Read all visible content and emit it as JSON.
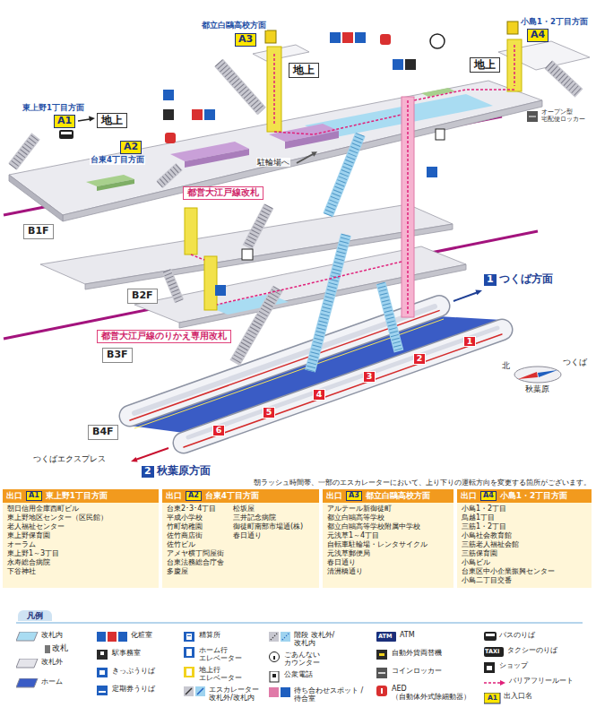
{
  "diagram": {
    "nodes": [
      {
        "text": [
          "A4"
        ]
      },
      {
        "text": [
          "地上"
        ]
      },
      {
        "text": [
          "A3"
        ]
      },
      {
        "text": [
          "地上"
        ]
      },
      {
        "text": [
          "A1"
        ]
      },
      {
        "text": [
          "地上"
        ]
      },
      {
        "text": [
          "A2"
        ]
      },
      {
        "text": [
          "都営大江戸線改札"
        ]
      },
      {
        "text": [
          "B1F"
        ]
      },
      {
        "text": [
          "B2F"
        ]
      },
      {
        "text": [
          "都営大江戸線のりかえ専用改札"
        ]
      },
      {
        "text": [
          "B3F"
        ]
      },
      {
        "text": [
          "1"
        ]
      },
      {
        "text": [
          "B4F"
        ]
      },
      {
        "text": [
          "2"
        ]
      },
      {
        "text": [
          "1"
        ]
      },
      {
        "text": [
          "2"
        ]
      },
      {
        "text": [
          "3"
        ]
      },
      {
        "text": [
          "4"
        ]
      },
      {
        "text": [
          "5"
        ]
      },
      {
        "text": [
          "6"
        ]
      },
      {
        "text": [
          "出口",
          "A1",
          "東上野1丁目方面",
          "朝日信用金庫西町ビル",
          "東上野地区センター（区民館）",
          "老人福祉センター",
          "東上野保育園",
          "オーラム",
          "東上野1～3丁目",
          "永寿総合病院",
          "下谷神社"
        ]
      },
      {
        "text": [
          "出口",
          "A2",
          "台東4丁目方面",
          "台東2･3･4丁目",
          "平成小学校",
          "竹町幼稚園",
          "佐竹商店街",
          "佐竹ビル",
          "アメヤ横丁問屋街",
          "台東法務総合庁舎",
          "多慶屋",
          "松坂屋",
          "三井記念病院",
          "御徒町南部市場通(株)",
          "春日通り"
        ]
      },
      {
        "text": [
          "出口",
          "A3",
          "都立白鷗高校方面",
          "アルテール新御徒町",
          "都立白鷗高等学校",
          "都立白鷗高等学校附属中学校",
          "元浅草1～4丁目",
          "自転車駐輪場・レンタサイクル",
          "元浅草郵便局",
          "春日通り",
          "清洲橋通り"
        ]
      },
      {
        "text": [
          "出口",
          "A4",
          "小島1・2丁目方面",
          "小島1・2丁目",
          "鳥越1丁目",
          "三筋1・2丁目",
          "小島社会教育館",
          "三筋老人福祉会館",
          "三筋保育園",
          "小島ビル",
          "台東区中小企業振興センター",
          "小島二丁目交番"
        ]
      }
    ],
    "labels": [
      "都立白鷗高校方面",
      "小島1・2丁目方面",
      "東上野1丁目方面",
      "台東4丁目方面",
      "駐輪場へ",
      "オープン型 宅配便ロッカー",
      "つくば方面",
      "つくばエクスプレス",
      "秋葉原方面",
      "北",
      "つくば",
      "秋葉原",
      "朝ラッシュ時間帯、一部のエスカレーターにおいて、上り下りの運転方向を変更する箇所がございます。",
      "凡例",
      "改札",
      "ATM",
      "TAXI",
      "A1"
    ],
    "legend": [
      {
        "text": "改札内",
        "color": "#a9dcf2"
      },
      {
        "text": "改札外",
        "color": "#e4e4ea"
      },
      {
        "text": "ホーム",
        "color": "#3a5cc5"
      },
      {
        "text": "化粧室"
      },
      {
        "text": "駅事務室"
      },
      {
        "text": "きっぷうりば"
      },
      {
        "text": "定期券うりば"
      },
      {
        "text": "精算所"
      },
      {
        "text": "ホーム行 エレベーター"
      },
      {
        "text": "地上行 エレベーター"
      },
      {
        "text": "エスカレーター 改札外/改札内"
      },
      {
        "text": "階段 改札外/改札内"
      },
      {
        "text": "ごあんない カウンター"
      },
      {
        "text": "公衆電話"
      },
      {
        "text": "待ち合わせスポット /待合室"
      },
      {
        "text": "ATM"
      },
      {
        "text": "自動外貨両替機"
      },
      {
        "text": "コインロッカー"
      },
      {
        "text": "AED （自動体外式除細動器）"
      },
      {
        "text": "バスのりば"
      },
      {
        "text": "タクシーのりば"
      },
      {
        "text": "ショップ"
      },
      {
        "text": "バリアフリールート"
      },
      {
        "text": "出入口名"
      }
    ]
  }
}
